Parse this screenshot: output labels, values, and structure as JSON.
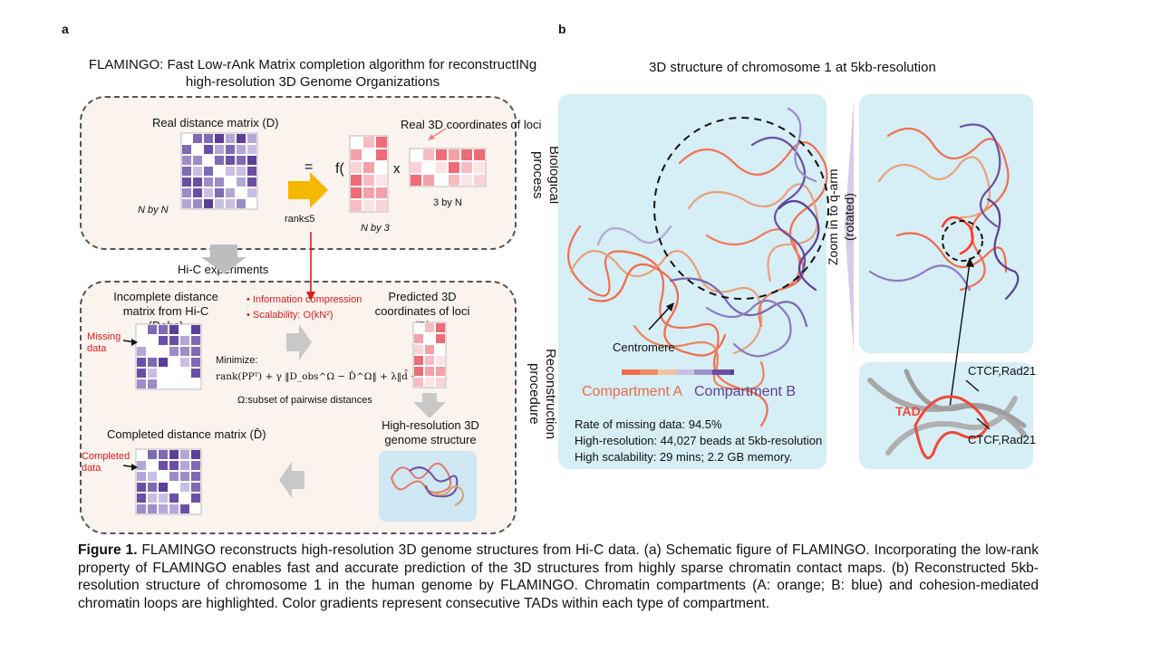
{
  "panel_a": {
    "letter": "a",
    "title_line1": "FLAMINGO: Fast Low-rAnk Matrix completion algorithm for reconstructINg",
    "title_line2": "high-resolution 3D Genome Organizations",
    "bio_process": {
      "label": "Biological process",
      "real_distance_matrix": "Real distance matrix (D)",
      "n_by_n": "N by N",
      "real_coords": "Real 3D coordinates of loci",
      "n_by_3": "N by 3",
      "three_by_n": "3 by N",
      "equals": "=",
      "f_open": "f(",
      "times": "x",
      "close": ")",
      "rank": "rank≤5"
    },
    "hic_experiments": "Hi-C experiments",
    "reconstruction": {
      "label": "Reconstruction procedure",
      "incomplete_line1": "Incomplete distance",
      "incomplete_line2": "matrix from Hi-C (Dobs)",
      "missing_data": "Missing data",
      "info_compression": "• Information compression",
      "scalability": "• Scalability: O(kN²)",
      "predicted_line1": "Predicted 3D",
      "predicted_line2": "coordinates of loci (P)",
      "minimize": "Minimize:",
      "formula": "rank(PPᵀ) + γ ‖D_obs^Ω − D̂^Ω‖ + λ‖d̂ − dₜ1‖",
      "omega": "Ω:subset of pairwise distances",
      "completed_matrix": "Completed distance matrix (D̂)",
      "completed_data": "Completed data",
      "highres_line1": "High-resolution 3D",
      "highres_line2": "genome structure"
    }
  },
  "panel_b": {
    "letter": "b",
    "title": "3D structure of chromosome 1 at 5kb-resolution",
    "centromere": "Centromere",
    "compartment_a": "Compartment A",
    "compartment_b": "Compartment B",
    "stat_missing": "Rate of missing data: 94.5%",
    "stat_resolution": "High-resolution: 44,027 beads at 5kb-resolution",
    "stat_scalability": "High scalability: 29 mins; 2.2 GB memory.",
    "zoom_label": "Zoom in to q-arm (rotated)",
    "tad": "TAD",
    "ctcf1": "CTCF,Rad21",
    "ctcf2": "CTCF,Rad21",
    "colors": {
      "compartment_a": "#f0694a",
      "compartment_b": "#5b3f98",
      "background": "#d6eef5"
    }
  },
  "caption": {
    "label": "Figure 1.",
    "text": " FLAMINGO reconstructs high-resolution 3D genome structures from Hi-C data. (a) Schematic figure of FLAMINGO. Incorporating the low-rank property of  FLAMINGO enables fast and accurate prediction of the 3D structures from highly sparse chromatin contact maps. (b) Reconstructed 5kb-resolution structure of chromosome 1 in the human genome by FLAMINGO. Chromatin compartments (A: orange; B: blue) and cohesion-mediated chromatin loops are highlighted. Color gradients represent consecutive TADs within each type of compartment."
  }
}
